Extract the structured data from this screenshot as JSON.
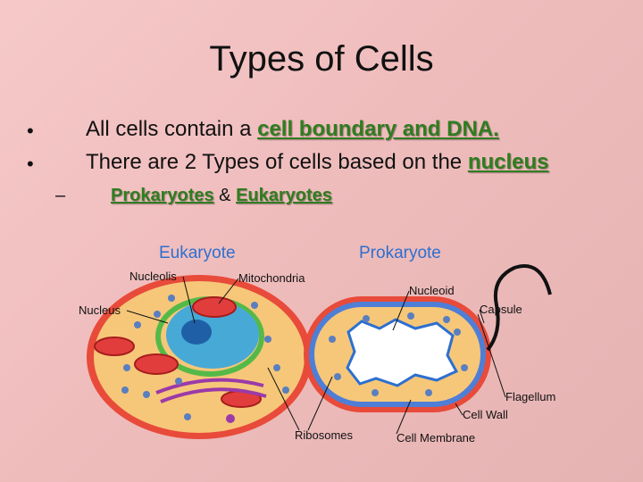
{
  "slide": {
    "title": "Types of Cells",
    "bullets": [
      {
        "marker": "•",
        "text": "All cells contain a ",
        "highlight": "cell boundary and DNA."
      },
      {
        "marker": "•",
        "text": "There are 2 Types of cells based on the ",
        "highlight": "nucleus"
      }
    ],
    "sub_bullet": {
      "marker": "–",
      "link1": "Prokaryotes",
      "sep": " & ",
      "link2": "Eukaryotes"
    }
  },
  "diagram": {
    "eukaryote_title": "Eukaryote",
    "prokaryote_title": "Prokaryote",
    "labels": {
      "nucleolis": "Nucleolis",
      "mitochondria": "Mitochondria",
      "nucleus": "Nucleus",
      "nucleoid": "Nucleoid",
      "capsule": "Capsule",
      "flagellum": "Flagellum",
      "cell_wall": "Cell Wall",
      "ribosomes": "Ribosomes",
      "cell_membrane": "Cell Membrane"
    }
  },
  "colors": {
    "highlight": "#2f7d1f",
    "diagram_heading": "#2d6fd0"
  }
}
